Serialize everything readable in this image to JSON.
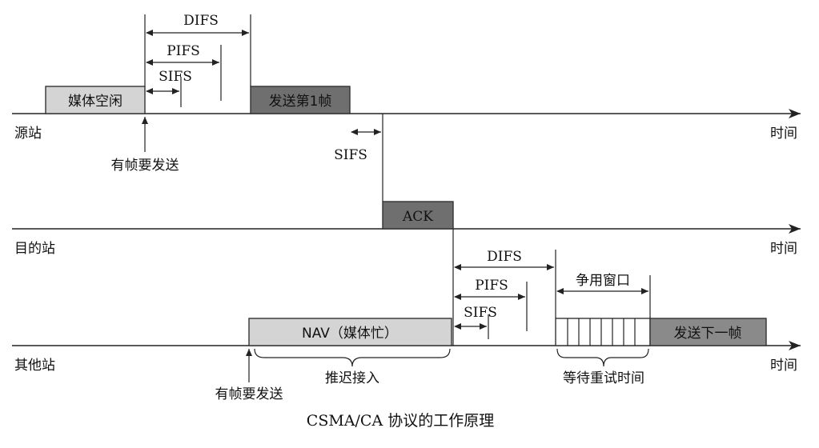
{
  "source_station": {
    "label": "源站",
    "time_label": "时间",
    "idle_box": "媒体空闲",
    "send_box": "发送第1帧",
    "frame_ready": "有帧要发送",
    "difs": "DIFS",
    "pifs": "PIFS",
    "sifs_top": "SIFS",
    "sifs_after": "SIFS"
  },
  "dest_station": {
    "label": "目的站",
    "time_label": "时间",
    "ack_box": "ACK"
  },
  "other_station": {
    "label": "其他站",
    "time_label": "时间",
    "nav_box": "NAV（媒体忙）",
    "send_next_box": "发送下一帧",
    "frame_ready": "有帧要发送",
    "defer_access": "推迟接入",
    "difs": "DIFS",
    "pifs": "PIFS",
    "sifs": "SIFS",
    "contention_window": "争用窗口",
    "backoff_label": "等待重试时间"
  },
  "caption": "CSMA/CA 协议的工作原理"
}
